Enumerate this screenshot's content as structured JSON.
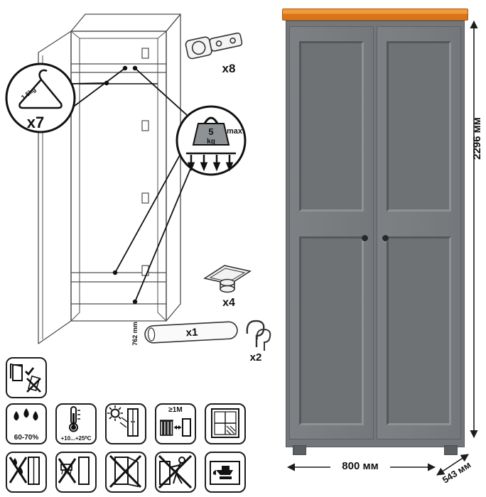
{
  "callouts": {
    "hanger": {
      "capacity": "1.5kg",
      "count": "x7"
    },
    "shelf_load": {
      "value": "5",
      "unit": "kg",
      "note": "max"
    },
    "hinge": {
      "count": "x8"
    },
    "foot": {
      "count": "x4"
    },
    "rod": {
      "count": "x1",
      "length": "762 mm"
    },
    "hook": {
      "count": "x2"
    }
  },
  "dimensions": {
    "height": "2296 мм",
    "width": "800 мм",
    "depth": "543 мм"
  },
  "care": {
    "humidity": "60-70%",
    "temperature": "+10...+25⁰C",
    "min_distance": "≥1M"
  },
  "colors": {
    "top_accent": "#d9741a",
    "body_gray": "#73777b",
    "panel_gray": "#6e7275",
    "knob": "#26292c"
  }
}
